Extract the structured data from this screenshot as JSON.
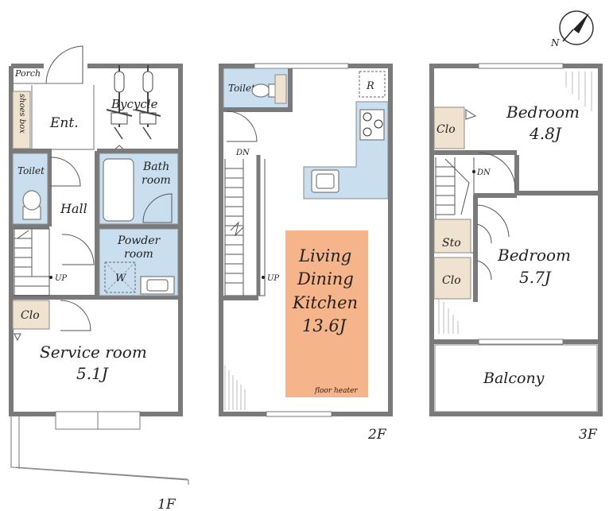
{
  "floors": {
    "f1": {
      "label": "1F",
      "rooms": {
        "porch": "Porch",
        "shoes_box": "shoes box",
        "entrance": "Ent.",
        "bicycle": "Bycycle",
        "toilet": "Toilet",
        "hall": "Hall",
        "bath_line1": "Bath",
        "bath_line2": "room",
        "powder_line1": "Powder",
        "powder_line2": "room",
        "washer": "W",
        "closet": "Clo",
        "service_room": "Service room",
        "service_size": "5.1J"
      },
      "stair_label": "UP"
    },
    "f2": {
      "label": "2F",
      "rooms": {
        "toilet": "Toilet",
        "refrigerator": "R",
        "ldk_line1": "Living",
        "ldk_line2": "Dining",
        "ldk_line3": "Kitchen",
        "ldk_size": "13.6J",
        "floor_heater": "floor heater"
      },
      "stair_dn": "DN",
      "stair_up": "UP"
    },
    "f3": {
      "label": "3F",
      "rooms": {
        "bedroom1": "Bedroom",
        "bedroom1_size": "4.8J",
        "bedroom2": "Bedroom",
        "bedroom2_size": "5.7J",
        "closet1": "Clo",
        "storage": "Sto",
        "closet2": "Clo",
        "balcony": "Balcony"
      },
      "stair_dn": "DN"
    }
  },
  "compass": {
    "north": "N"
  },
  "colors": {
    "wet_area": "#c9dff0",
    "closet": "#efe3cf",
    "floor_heater": "#f6b48a",
    "wall": "#7a7a7a"
  }
}
